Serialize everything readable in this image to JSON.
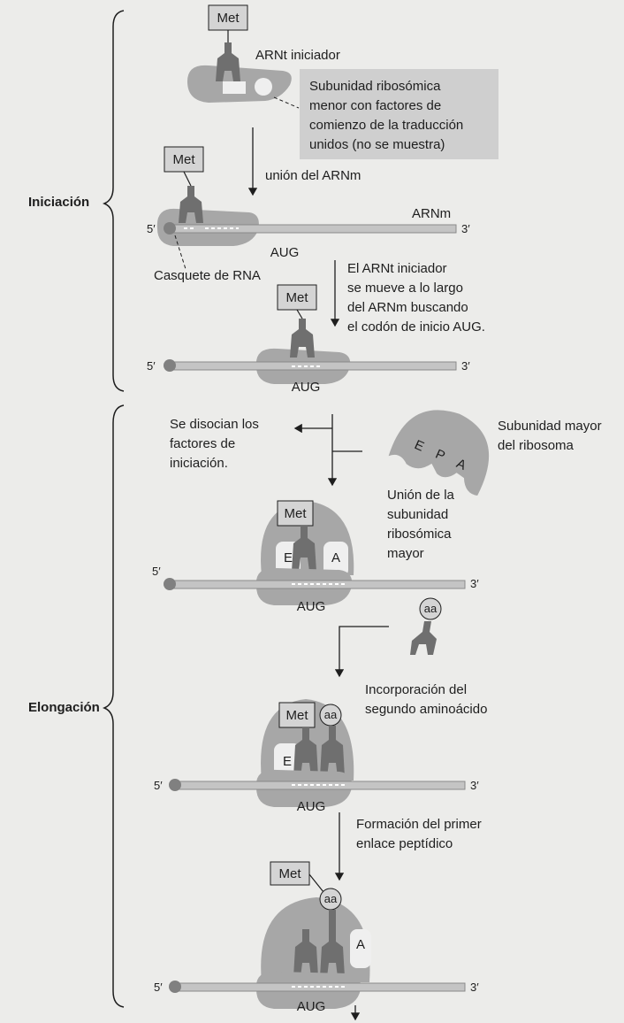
{
  "met": "Met",
  "aa": "aa",
  "aug": "AUG",
  "five_prime": "5′",
  "three_prime": "3′",
  "labels": {
    "arnt_iniciador": "ARNt iniciador",
    "subunidad_menor": [
      "Subunidad ribosómica",
      "menor con factores de",
      "comienzo de la traducción",
      "unidos (no se muestra)"
    ],
    "union_arnm": "unión del ARNm",
    "arnm": "ARNm",
    "casquete": "Casquete de RNA",
    "se_mueve": [
      "El ARNt iniciador",
      "se mueve a lo largo",
      "del ARNm buscando",
      "el codón de inicio AUG."
    ],
    "disocian": [
      "Se disocian los",
      "factores de",
      "iniciación."
    ],
    "subunidad_mayor": [
      "Subunidad mayor",
      "del ribosoma"
    ],
    "union_mayor": [
      "Unión de la",
      "subunidad",
      "ribosómica",
      "mayor"
    ],
    "incorporacion": [
      "Incorporación del",
      "segundo aminoácido"
    ],
    "formacion": [
      "Formación del primer",
      "enlace peptídico"
    ]
  },
  "sites": {
    "e": "E",
    "p": "P",
    "a": "A"
  },
  "phases": {
    "iniciacion": "Iniciación",
    "elongacion": "Elongación"
  },
  "colors": {
    "subunit": "#a7a7a7",
    "trna": "#6f6f6f",
    "mrna": "#c4c4c4",
    "label_box": "#cfcfcf",
    "amino_box": "#d4d4d4",
    "dark": "#1e1e1e"
  }
}
